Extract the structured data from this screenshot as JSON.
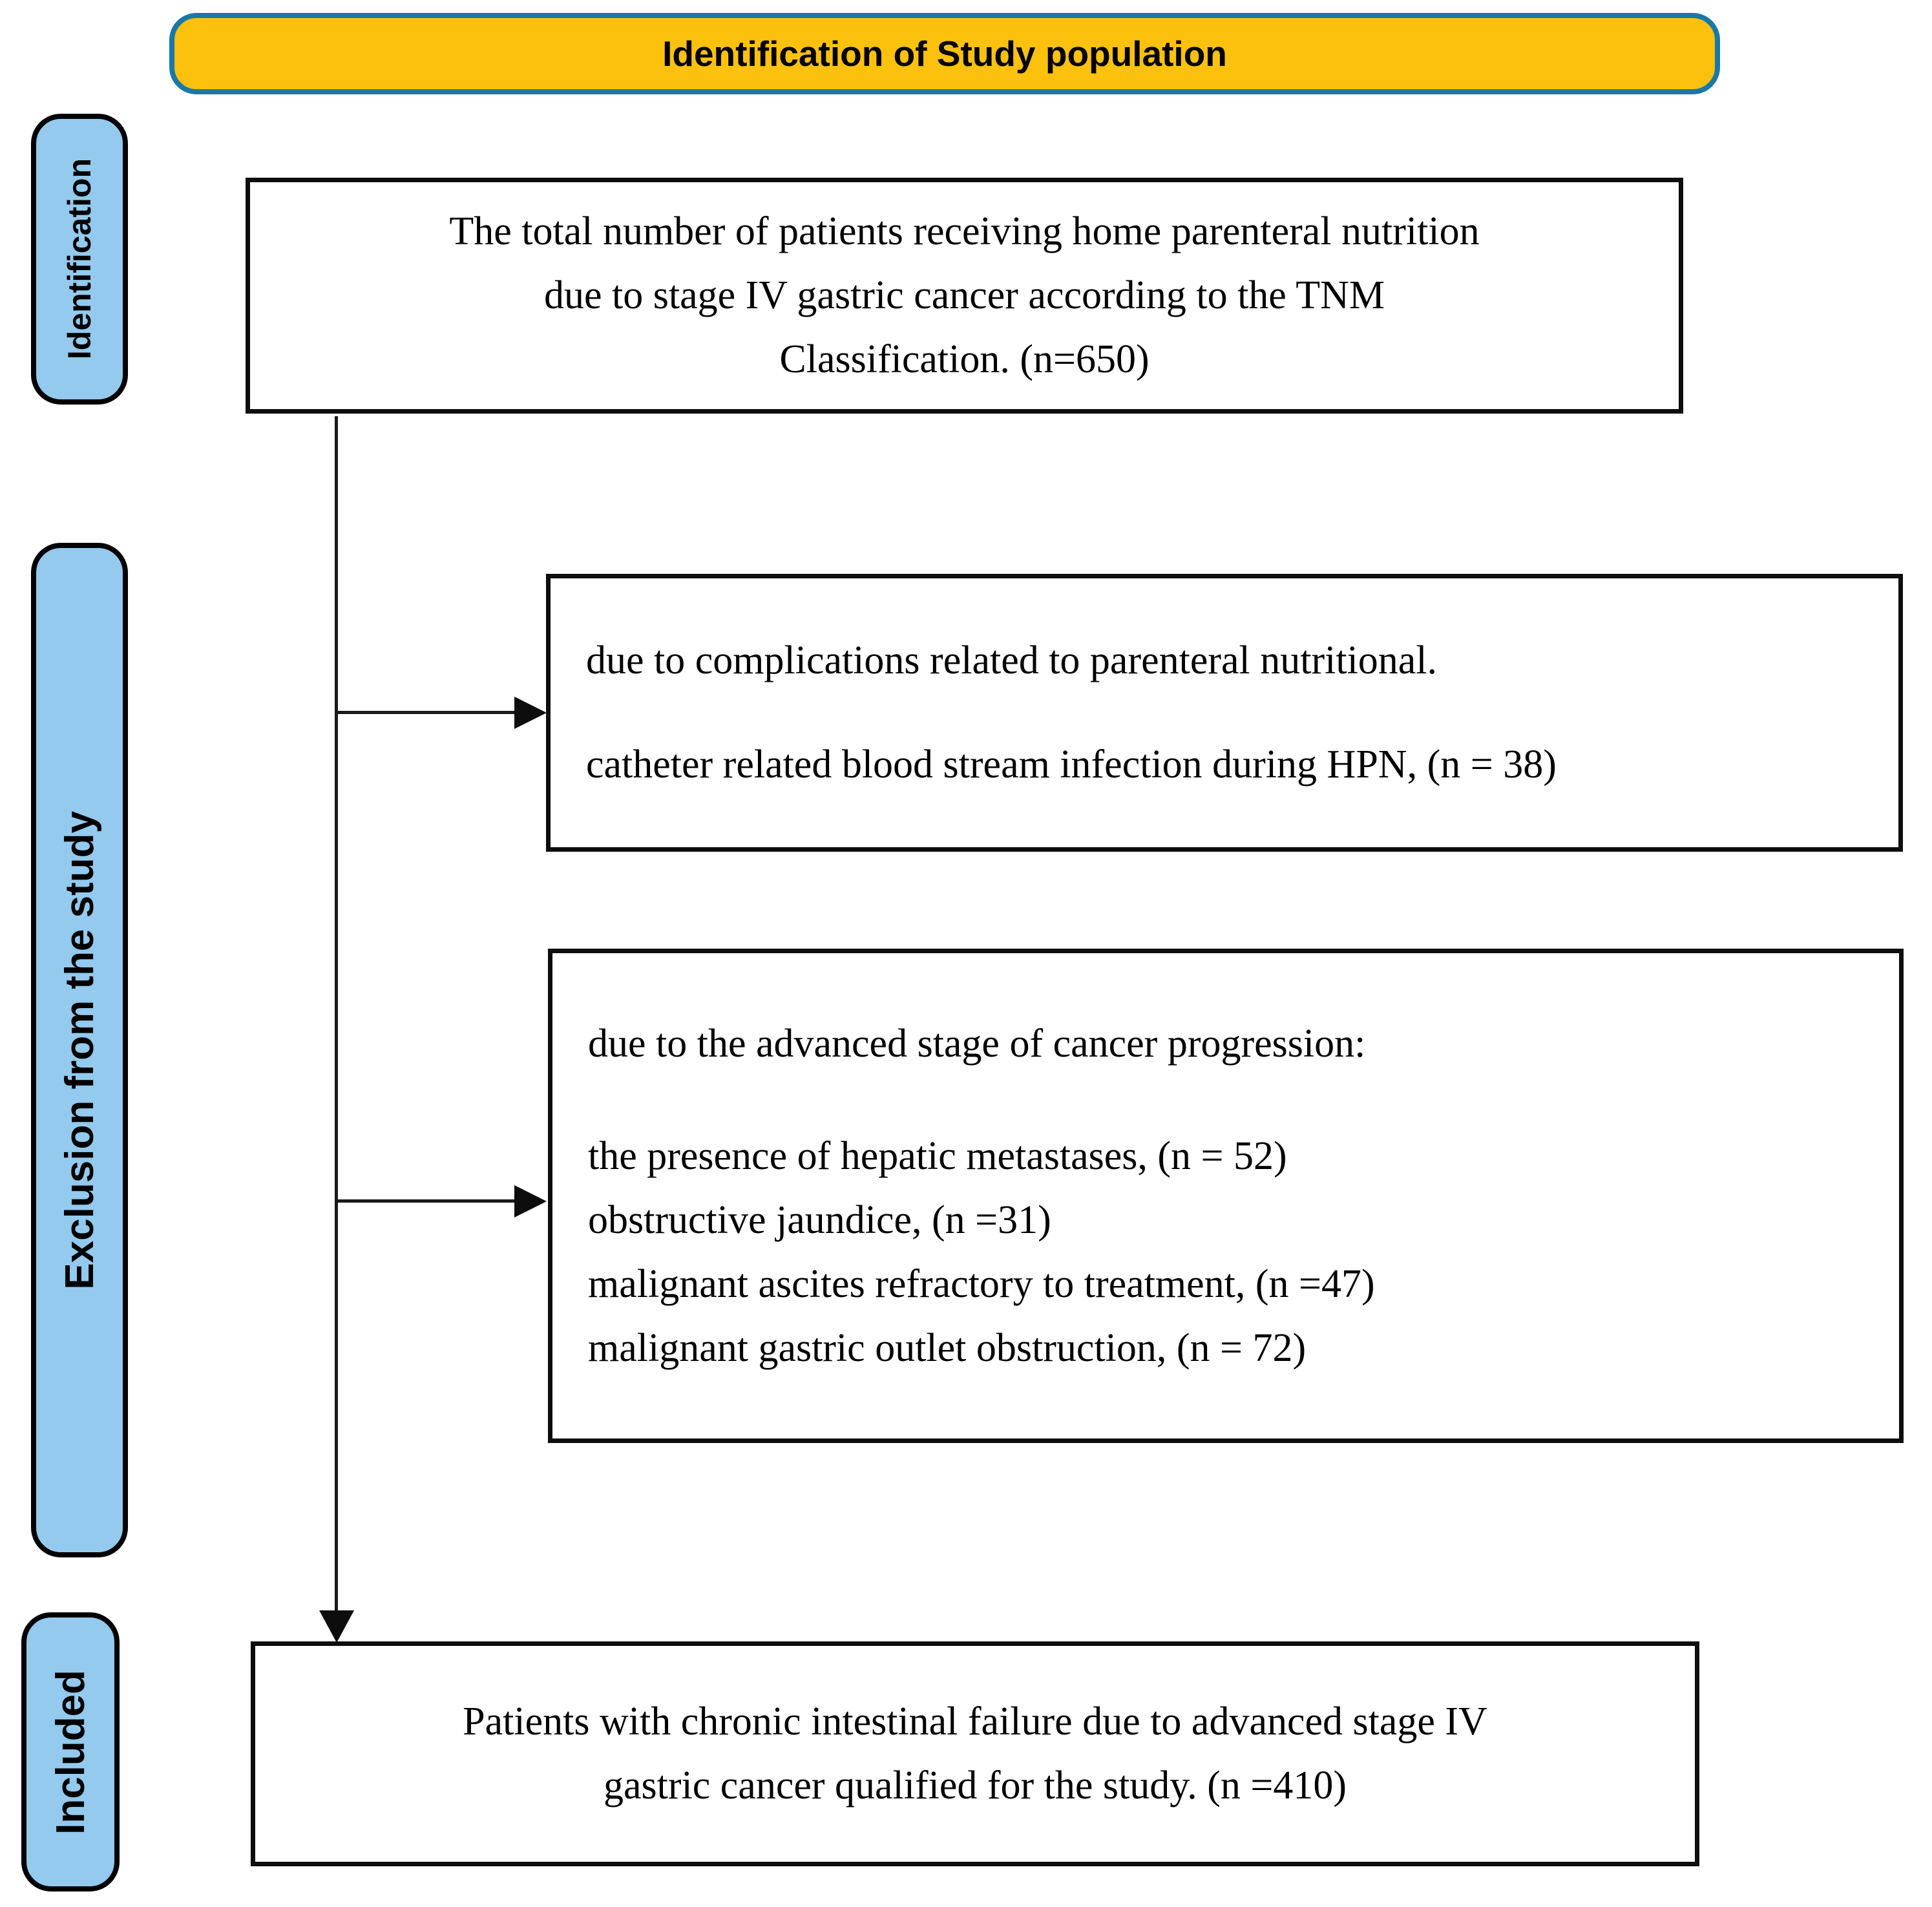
{
  "banner": {
    "title": "Identification of Study population"
  },
  "side_labels": [
    {
      "label": "Identification"
    },
    {
      "label": "Exclusion from the study"
    },
    {
      "label": "Included"
    }
  ],
  "boxes": {
    "identification": {
      "lines": [
        "The total number of patients receiving home parenteral nutrition",
        "due to stage IV gastric cancer according to the TNM",
        "Classification. (n=650)"
      ]
    },
    "exclusion_complications": {
      "lines": [
        "due to complications related to parenteral nutritional.",
        "catheter related blood stream infection during HPN, (n = 38)"
      ]
    },
    "exclusion_progression": {
      "heading": "due to the advanced stage of cancer progression:",
      "items": [
        "the presence of hepatic metastases, (n = 52)",
        "obstructive jaundice, (n =31)",
        "malignant ascites refractory to treatment, (n =47)",
        "malignant gastric outlet obstruction, (n = 72)"
      ]
    },
    "included": {
      "lines": [
        "Patients with chronic intestinal failure due to advanced stage IV",
        "gastric cancer qualified for the study. (n =410)"
      ]
    }
  },
  "colors": {
    "banner_fill": "#FCC10D",
    "banner_border": "#1878A8",
    "stage_label_fill": "#93CAEE",
    "box_border": "#000000"
  }
}
